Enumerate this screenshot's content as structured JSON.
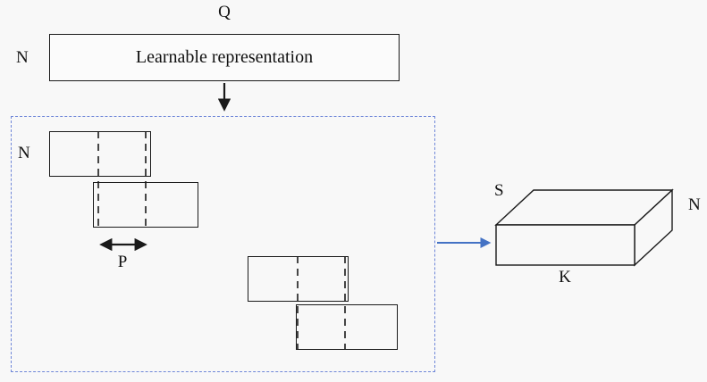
{
  "diagram": {
    "top": {
      "q_label": "Q",
      "n_label": "N",
      "box_label": "Learnable representation"
    },
    "patch_region": {
      "n_label": "N",
      "p_label": "P"
    },
    "output_tensor": {
      "s_label": "S",
      "n_label": "N",
      "k_label": "K"
    },
    "colors": {
      "line": "#1a1a1a",
      "blue_arrow": "#4472c4",
      "dashed_region_border": "#6e86d8",
      "background": "#f8f8f8"
    },
    "icons": {
      "down_arrow": "↓",
      "stride_double_arrow": "↔",
      "output_arrow": "→"
    }
  }
}
